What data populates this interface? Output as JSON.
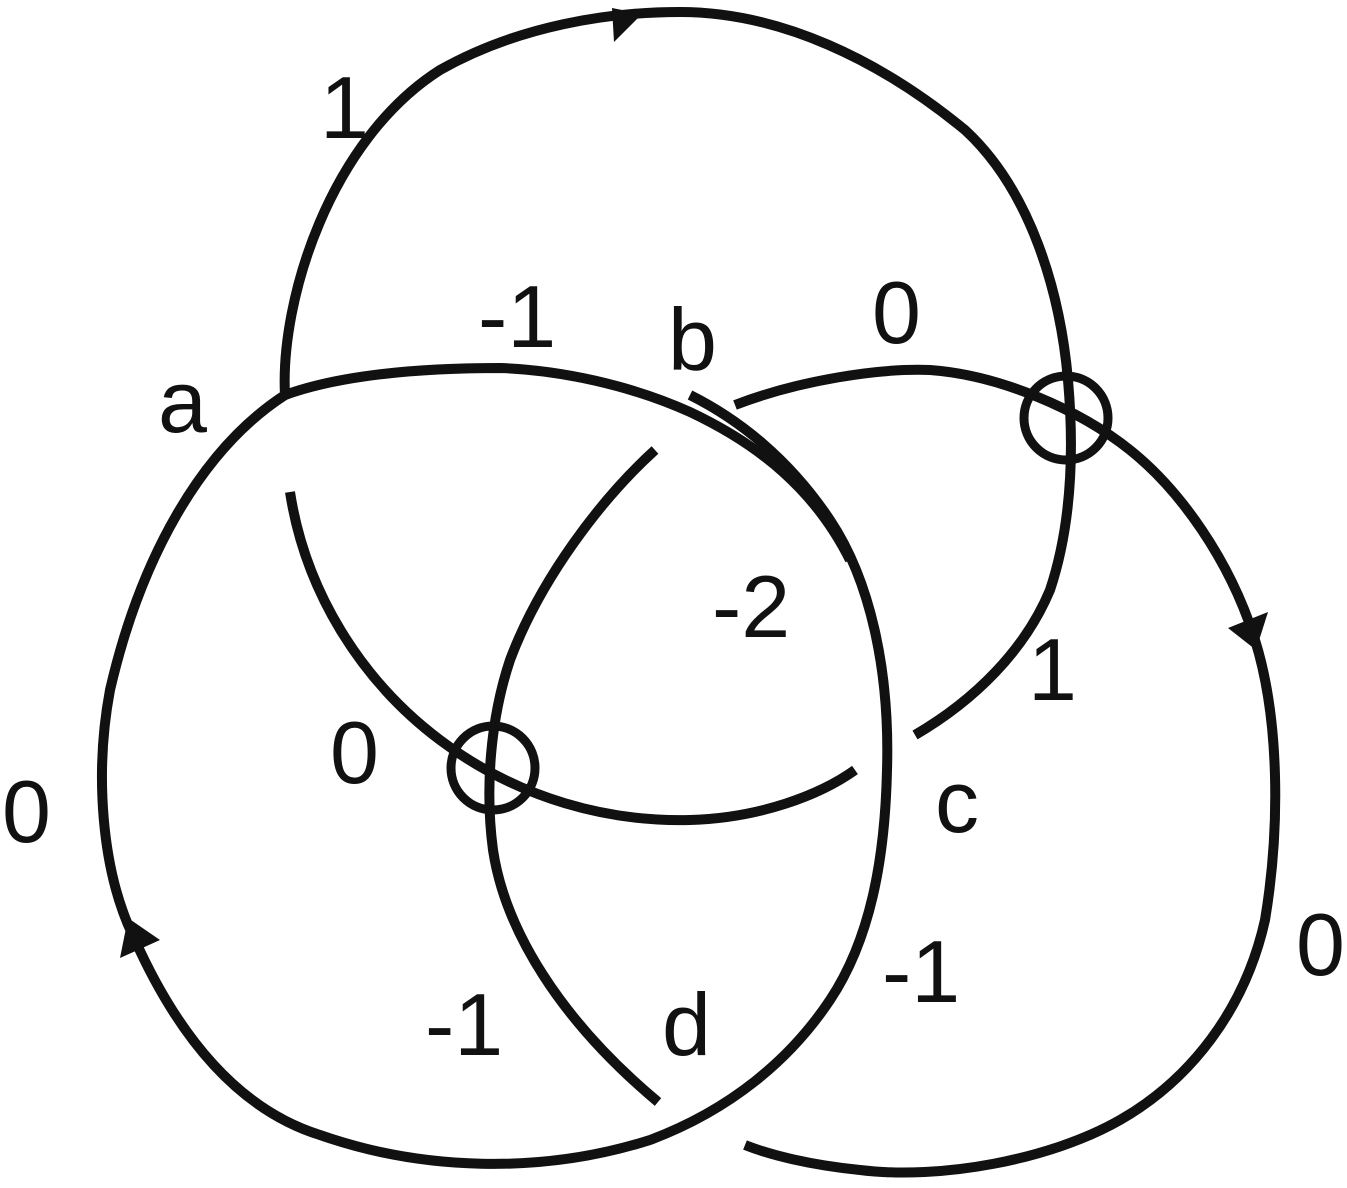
{
  "diagram": {
    "crossing_labels": {
      "a": "a",
      "b": "b",
      "c": "c",
      "d": "d"
    },
    "region_values": {
      "outer_left": "0",
      "top_arc": "1",
      "center_top": "-1",
      "upper_right": "0",
      "center": "-2",
      "left_inner": "0",
      "right_inner": "1",
      "right_lobe": "-1",
      "bottom_left": "-1",
      "outer_right": "0"
    },
    "virtual_crossings": 2,
    "colors": {
      "stroke": "#111111",
      "background": "#ffffff"
    }
  }
}
